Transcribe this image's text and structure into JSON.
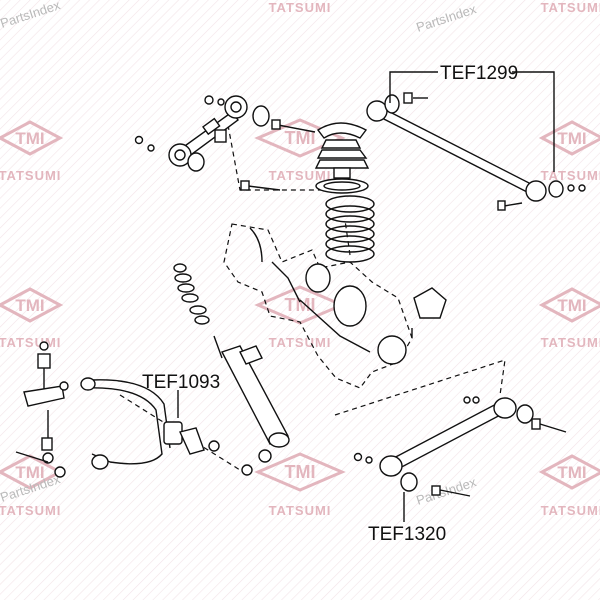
{
  "watermark": {
    "brand_text": "TATSUMI",
    "logo_text": "TMI",
    "site_text": "PartsIndex",
    "brand_color": "#e3b6be",
    "site_color": "#b9b9b9"
  },
  "callouts": {
    "tef1299": "TEF1299",
    "tef1093": "TEF1093",
    "tef1320": "TEF1320"
  },
  "colors": {
    "ink": "#111111",
    "pattern": "#f3e3e7"
  }
}
